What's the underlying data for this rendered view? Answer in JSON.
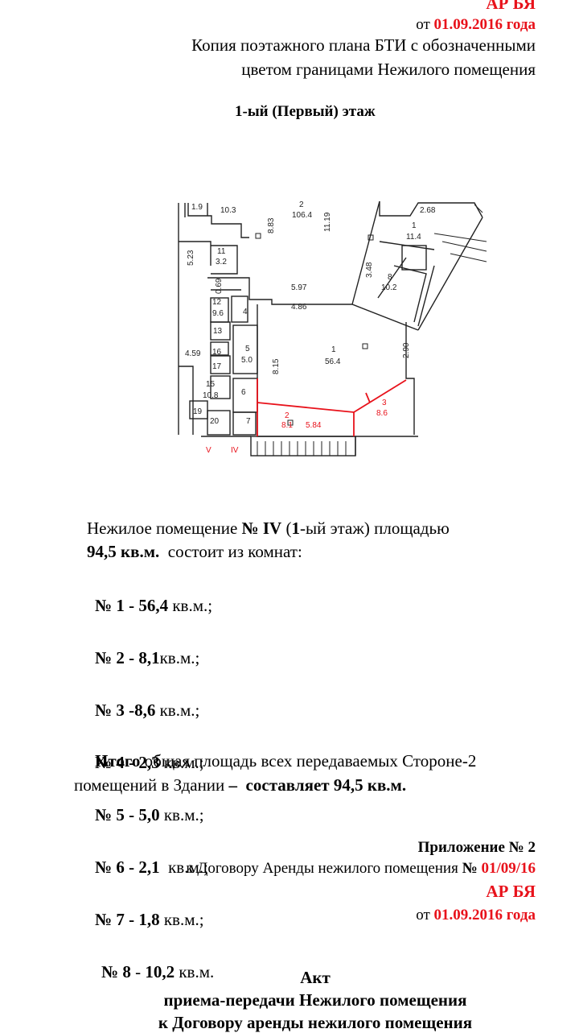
{
  "header": {
    "ref_cut": "АР БЯ",
    "date_prefix": "от",
    "date_value": "01.09.2016 года",
    "title_line1": "Копия поэтажного плана БТИ с обозначенными",
    "title_line2": "цветом границами Нежилого помещения",
    "floor_title": "1-ый (Первый) этаж"
  },
  "floorplan": {
    "labels": {
      "r1_9": "1.9",
      "r10_3": "10.3",
      "r2num": "2",
      "r106_4": "106.4",
      "d8_83": "8.83",
      "d11_19": "11.19",
      "r2_68": "2.68",
      "r1num_top": "1",
      "r11_4": "11.4",
      "d5_23": "5.23",
      "r11num": "11",
      "r3_2": "3.2",
      "d3_48": "3.48",
      "r8num": "8",
      "r10_2": "10.2",
      "d5_97": "5.97",
      "d0_69": "0.69",
      "r12num": "12",
      "r9_6": "9.6",
      "r4num": "4",
      "d4_86": "4.86",
      "r13num": "13",
      "d4_59": "4.59",
      "r5num": "5",
      "r5_0": "5.0",
      "r16num": "16",
      "r17num": "17",
      "d8_15": "8.15",
      "r1num_main": "1",
      "r56_4": "56.4",
      "d2_90": "2.90",
      "r15num": "15",
      "r10_8": "10.8",
      "r6num": "6",
      "r3num": "3",
      "r8_6": "8.6",
      "r19num": "19",
      "r2num_b": "2",
      "r8_1": "8.1",
      "d5_84": "5.84",
      "r20num": "20",
      "r7num": "7",
      "sec_v": "V",
      "sec_iv": "IV"
    }
  },
  "description": {
    "line1_a": "Нежилое помещение ",
    "line1_b": "№ IV",
    "line1_c": " (",
    "line1_d": "1",
    "line1_e": "-ый этаж) площадью",
    "line2_a": "94,5 кв.м.",
    "line2_b": "  состоит из комнат:",
    "rooms": [
      {
        "num": "№ 1 - 56,4",
        "unit": " кв.м.;"
      },
      {
        "num": "№ 2 - 8,1",
        "unit": "кв.м.;"
      },
      {
        "num": "№ 3 -8,6",
        "unit": " кв.м.;"
      },
      {
        "num": "№ 4 - 2,3",
        "unit": " кв.м.;"
      },
      {
        "num": "№ 5 - 5,0",
        "unit": " кв.м.;"
      },
      {
        "num": "№ 6 - 2,1",
        "unit": "  кв.м.;"
      },
      {
        "num": "№ 7 - 1,8",
        "unit": " кв.м.;"
      },
      {
        "num": "№ 8",
        "mid": " - ",
        "num2": "10,2",
        "unit": " кв.м."
      }
    ],
    "total_a": "Итого",
    "total_b": " общая площадь всех передаваемых Стороне-2",
    "total_c": "помещений в Здании ",
    "total_d": "– ",
    "total_e": " составляет 94,5 кв.м."
  },
  "appendix": {
    "title": "Приложение № 2",
    "line2_a": "к Договору Аренды нежилого помещения ",
    "line2_b": "№ ",
    "line2_c": "01/09/16",
    "line3": "АР БЯ",
    "line4_a": "от ",
    "line4_b": "01.09.2016 года"
  },
  "act": {
    "title": "Акт",
    "line2": "приема-передачи Нежилого помещения",
    "line3": "к Договору аренды нежилого помещения"
  },
  "colors": {
    "accent_red": "#e8121b",
    "text": "#000000"
  }
}
